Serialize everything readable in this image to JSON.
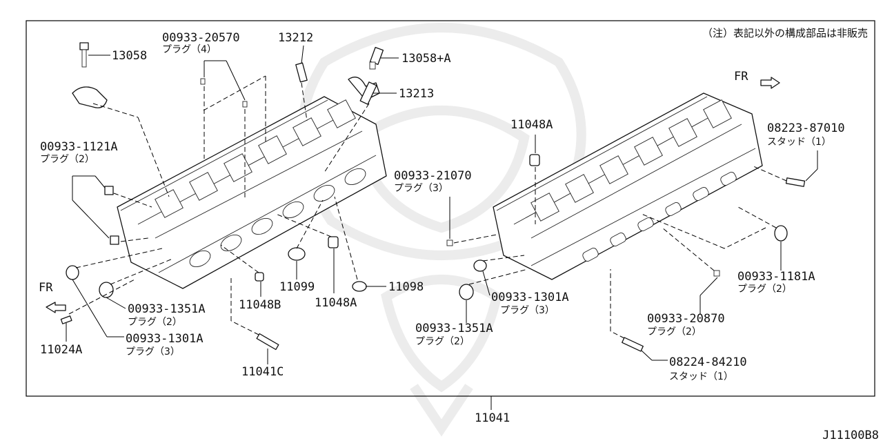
{
  "note": "（注）表記以外の構成部品は非販売",
  "diagram_code": "J11100B8",
  "main_part": "11041",
  "fr_label": "FR",
  "callouts": {
    "p13058": {
      "code": "13058"
    },
    "p00933_20570": {
      "code": "00933-20570",
      "desc": "プラグ（4）"
    },
    "p13212": {
      "code": "13212"
    },
    "p13058A": {
      "code": "13058+A"
    },
    "p13213": {
      "code": "13213"
    },
    "p00933_1121A": {
      "code": "00933-1121A",
      "desc": "プラグ（2）"
    },
    "p11048A_left": {
      "code": "11048A"
    },
    "p11099": {
      "code": "11099"
    },
    "p11098": {
      "code": "11098"
    },
    "p11048B": {
      "code": "11048B"
    },
    "p00933_1351A_left": {
      "code": "00933-1351A",
      "desc": "プラグ（2）"
    },
    "p00933_1301A_left": {
      "code": "00933-1301A",
      "desc": "プラグ（3）"
    },
    "p11024A": {
      "code": "11024A"
    },
    "p11041C": {
      "code": "11041C"
    },
    "p11048A_right": {
      "code": "11048A"
    },
    "p00933_21070": {
      "code": "00933-21070",
      "desc": "プラグ（3）"
    },
    "p08223_87010": {
      "code": "08223-87010",
      "desc": "スタッド（1）"
    },
    "p00933_1181A": {
      "code": "00933-1181A",
      "desc": "プラグ（2）"
    },
    "p00933_1301A_right": {
      "code": "00933-1301A",
      "desc": "プラグ（3）"
    },
    "p00933_1351A_right": {
      "code": "00933-1351A",
      "desc": "プラグ（2）"
    },
    "p00933_20870": {
      "code": "00933-20870",
      "desc": "プラグ（2）"
    },
    "p08224_84210": {
      "code": "08224-84210",
      "desc": "スタッド（1）"
    }
  }
}
